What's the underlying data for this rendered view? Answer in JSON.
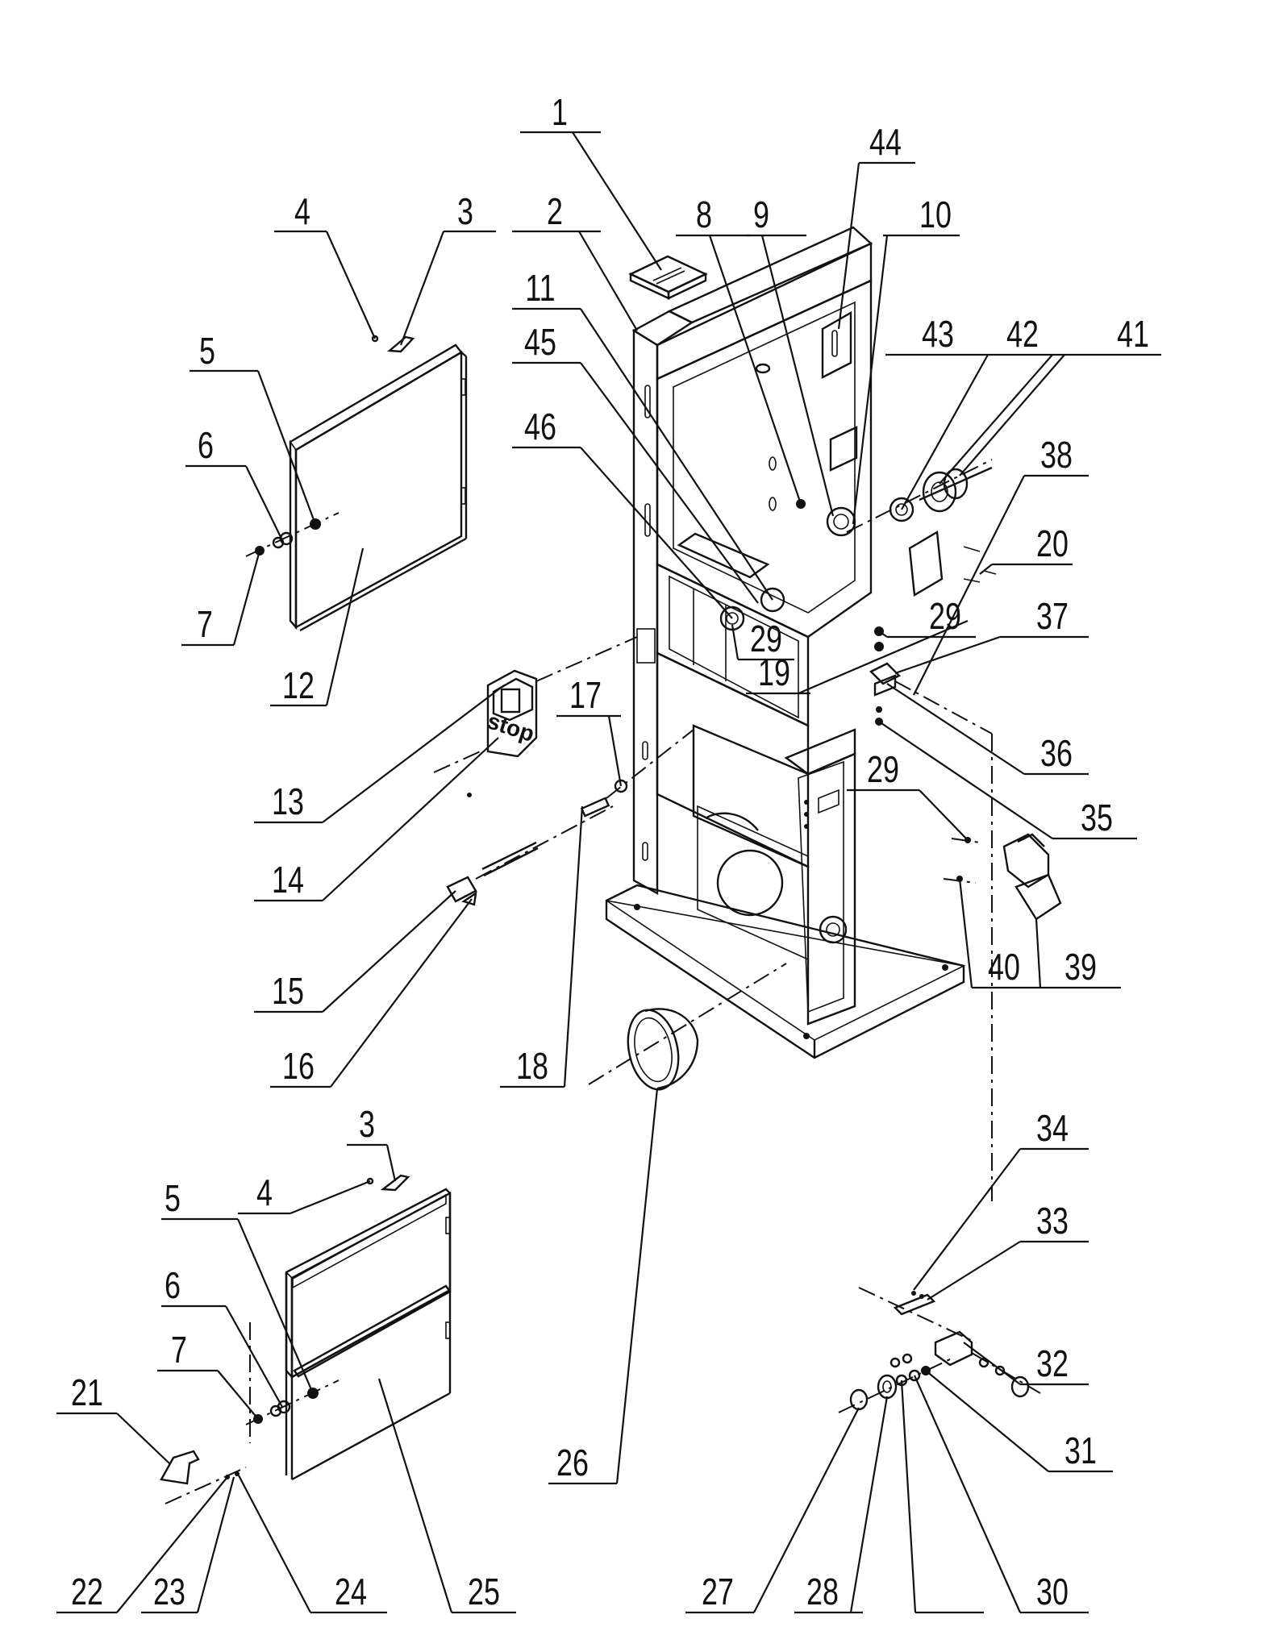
{
  "colors": {
    "ink": "#111111",
    "background": "#ffffff"
  },
  "stop_switch_text": "stop",
  "callouts": [
    {
      "id": "1",
      "label": "1"
    },
    {
      "id": "2",
      "label": "2"
    },
    {
      "id": "3a",
      "label": "3"
    },
    {
      "id": "4a",
      "label": "4"
    },
    {
      "id": "5a",
      "label": "5"
    },
    {
      "id": "6a",
      "label": "6"
    },
    {
      "id": "7a",
      "label": "7"
    },
    {
      "id": "8",
      "label": "8"
    },
    {
      "id": "9",
      "label": "9"
    },
    {
      "id": "10",
      "label": "10"
    },
    {
      "id": "11",
      "label": "11"
    },
    {
      "id": "12",
      "label": "12"
    },
    {
      "id": "13",
      "label": "13"
    },
    {
      "id": "14",
      "label": "14"
    },
    {
      "id": "15",
      "label": "15"
    },
    {
      "id": "16",
      "label": "16"
    },
    {
      "id": "17",
      "label": "17"
    },
    {
      "id": "18",
      "label": "18"
    },
    {
      "id": "19",
      "label": "19"
    },
    {
      "id": "20",
      "label": "20"
    },
    {
      "id": "21",
      "label": "21"
    },
    {
      "id": "22",
      "label": "22"
    },
    {
      "id": "23",
      "label": "23"
    },
    {
      "id": "24",
      "label": "24"
    },
    {
      "id": "25",
      "label": "25"
    },
    {
      "id": "26",
      "label": "26"
    },
    {
      "id": "27",
      "label": "27"
    },
    {
      "id": "28",
      "label": "28"
    },
    {
      "id": "29a",
      "label": "29"
    },
    {
      "id": "29b",
      "label": "29"
    },
    {
      "id": "29c",
      "label": "29"
    },
    {
      "id": "30",
      "label": "30"
    },
    {
      "id": "31",
      "label": "31"
    },
    {
      "id": "32",
      "label": "32"
    },
    {
      "id": "33",
      "label": "33"
    },
    {
      "id": "34",
      "label": "34"
    },
    {
      "id": "35",
      "label": "35"
    },
    {
      "id": "36",
      "label": "36"
    },
    {
      "id": "37",
      "label": "37"
    },
    {
      "id": "38",
      "label": "38"
    },
    {
      "id": "39",
      "label": "39"
    },
    {
      "id": "40",
      "label": "40"
    },
    {
      "id": "41",
      "label": "41"
    },
    {
      "id": "42",
      "label": "42"
    },
    {
      "id": "43",
      "label": "43"
    },
    {
      "id": "44",
      "label": "44"
    },
    {
      "id": "45",
      "label": "45"
    },
    {
      "id": "46",
      "label": "46"
    },
    {
      "id": "3b",
      "label": "3"
    },
    {
      "id": "4b",
      "label": "4"
    },
    {
      "id": "5b",
      "label": "5"
    },
    {
      "id": "6b",
      "label": "6"
    },
    {
      "id": "7b",
      "label": "7"
    }
  ]
}
